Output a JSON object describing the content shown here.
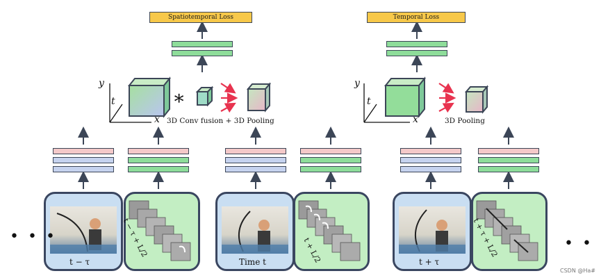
{
  "losses": {
    "spatiotemporal": "Spatiotemporal Loss",
    "temporal": "Temporal Loss"
  },
  "fusion": {
    "axis_y": "y",
    "axis_t": "t",
    "axis_x": "x",
    "operator": "∗",
    "caption_left": "3D Conv fusion + 3D Pooling",
    "caption_right": "3D Pooling"
  },
  "frames": {
    "rgb_labels": [
      "t − τ",
      "Time t",
      "t + τ"
    ],
    "flow_labels": [
      "t − τ + L/2",
      "t + L/2",
      "t + τ + L/2"
    ]
  },
  "ellipsis": "• • •",
  "watermark": "CSDN @Ha#",
  "colors": {
    "loss_fill": "#f7c84a",
    "stroke": "#3c4657",
    "cube_green": "#9fdc9a",
    "cube_blue": "#b7c7ee",
    "arrow_red": "#e8334f",
    "rgb_panel": "#c9def2",
    "flow_panel": "#c3eec3"
  }
}
